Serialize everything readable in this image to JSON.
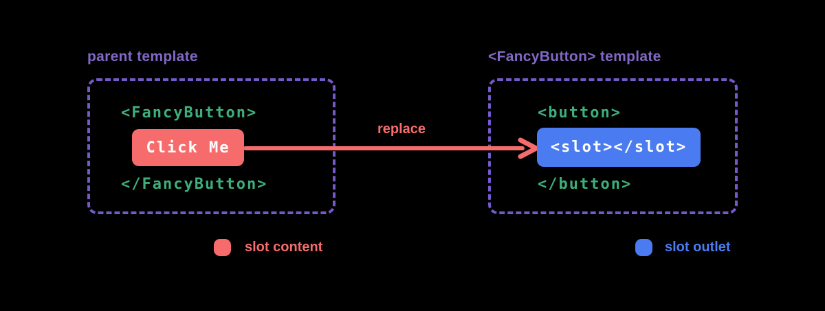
{
  "colors": {
    "background": "#000000",
    "purple": "#8168c7",
    "purple-border": "#7459c8",
    "green": "#3eaf7c",
    "red": "#f66c6c",
    "blue": "#4a7bf0",
    "white": "#ffffff"
  },
  "parent_panel": {
    "title": "parent template",
    "opening_tag": "<FancyButton>",
    "slot_content": "Click Me",
    "closing_tag": "</FancyButton>"
  },
  "replace_arrow": {
    "label": "replace"
  },
  "fancybutton_panel": {
    "title": "<FancyButton> template",
    "opening_tag": "<button>",
    "slot_outlet": "<slot></slot>",
    "closing_tag": "</button>"
  },
  "legend": {
    "slot_content_label": "slot content",
    "slot_outlet_label": "slot outlet"
  }
}
